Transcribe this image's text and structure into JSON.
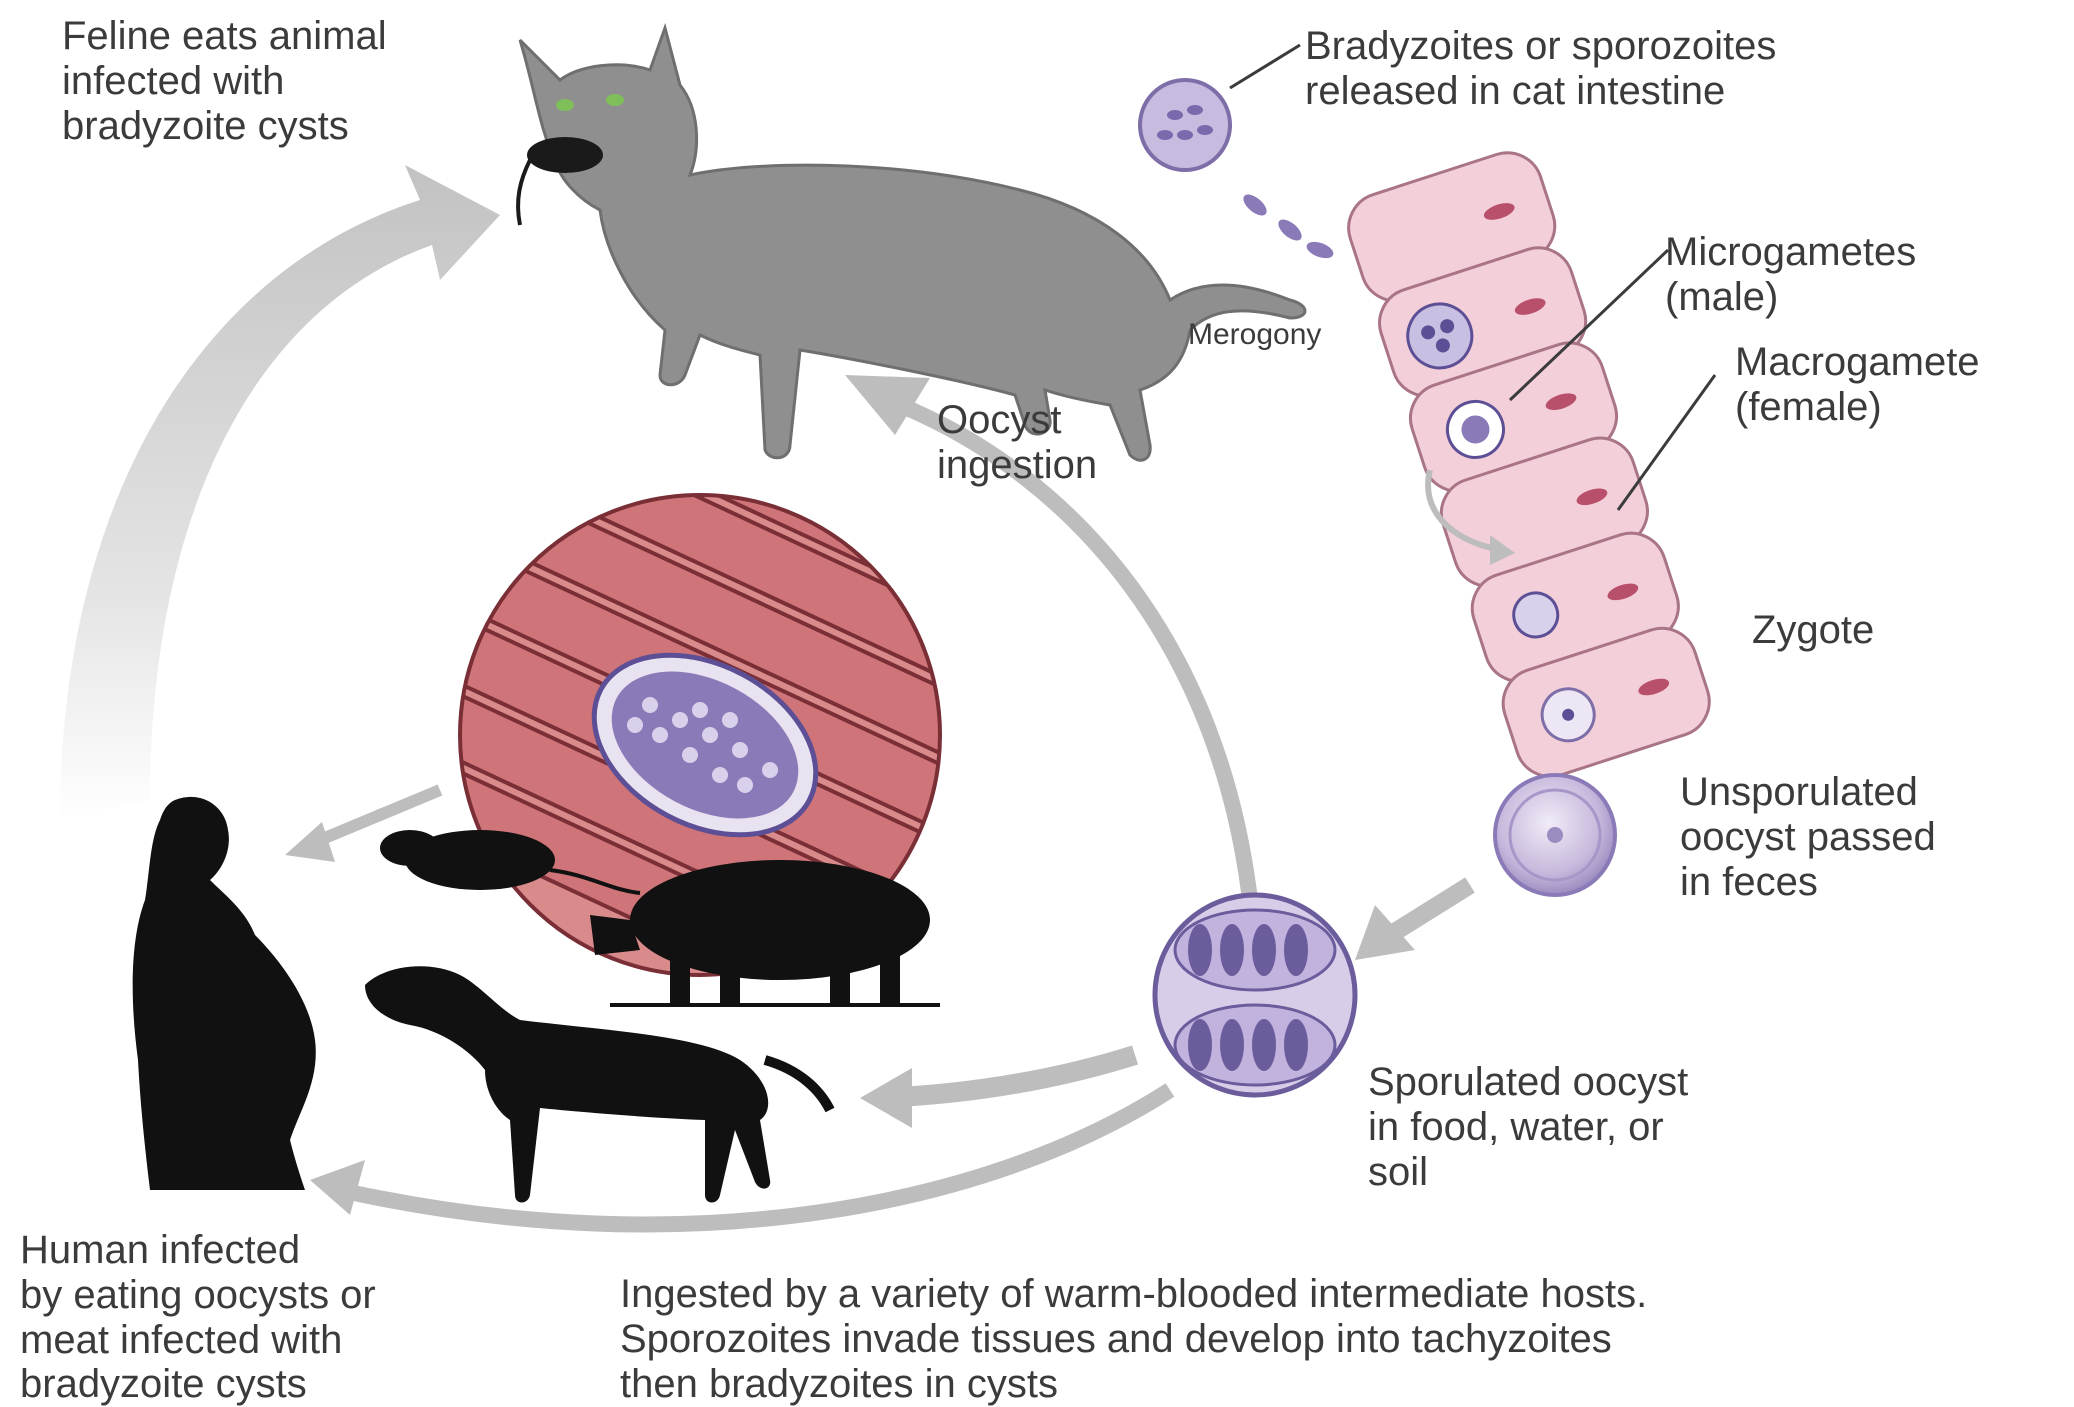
{
  "labels": {
    "feline": [
      "Feline eats animal",
      "infected with",
      "bradyzoite cysts"
    ],
    "release": [
      "Bradyzoites or sporozoites",
      "released in cat intestine"
    ],
    "merogony": "Merogony",
    "microgametes": [
      "Microgametes",
      "(male)"
    ],
    "macrogamete": [
      "Macrogamete",
      "(female)"
    ],
    "zygote": "Zygote",
    "oocyst_ingestion": [
      "Oocyst",
      "ingestion"
    ],
    "unsporulated": [
      "Unsporulated",
      "oocyst passed",
      "in feces"
    ],
    "sporulated": [
      "Sporulated oocyst",
      "in food, water, or",
      "soil"
    ],
    "human": [
      "Human infected",
      "by eating oocysts or",
      "meat infected with",
      "bradyzoite cysts"
    ],
    "hosts": [
      "Ingested by a variety of warm-blooded intermediate hosts.",
      "Sporozoites invade tissues and develop into tachyzoites",
      "then bradyzoites in cysts"
    ]
  },
  "colors": {
    "arrow": "#b9b9b9",
    "cat": "#8f8f8f",
    "silhouette": "#111111",
    "cell_pink": "#f2cfd9",
    "cell_border": "#a97586",
    "nucleus": "#b84f6b",
    "muscle": "#c77074",
    "parasite_purple": "#8a7bb8",
    "oocyst_wall": "#b7a7cf",
    "text": "#3b3b3b"
  }
}
